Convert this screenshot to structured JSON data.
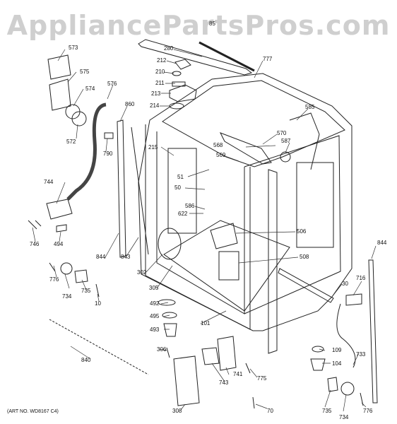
{
  "watermark": "AppliancePartsPros.com",
  "art_number": "(ART NO. WD8167 C4)",
  "parts": {
    "p573": "573",
    "p575": "575",
    "p574": "574",
    "p572": "572",
    "p576": "576",
    "p790": "790",
    "p860": "860",
    "p744": "744",
    "p746": "746",
    "p494": "494",
    "p844a": "844",
    "p843": "843",
    "p302": "302",
    "p305": "305",
    "p776a": "776",
    "p734a": "734",
    "p735a": "735",
    "p10": "10",
    "p840": "840",
    "p280": "280",
    "p85": "85",
    "p212": "212",
    "p210": "210",
    "p211": "211",
    "p213": "213",
    "p214": "214",
    "p215": "215",
    "p51": "51",
    "p50": "50",
    "p586": "586",
    "p622": "622",
    "p777": "777",
    "p585": "585",
    "p570": "570",
    "p568": "568",
    "p569": "569",
    "p587": "587",
    "p506": "506",
    "p508": "508",
    "p492": "492",
    "p495": "495",
    "p493": "493",
    "p101": "101",
    "p306": "306",
    "p741": "741",
    "p743": "743",
    "p775": "775",
    "p308": "308",
    "p70": "70",
    "p844b": "844",
    "p716": "716",
    "p30": "30",
    "p109": "109",
    "p104": "104",
    "p733": "733",
    "p735b": "735",
    "p734b": "734",
    "p776b": "776"
  }
}
